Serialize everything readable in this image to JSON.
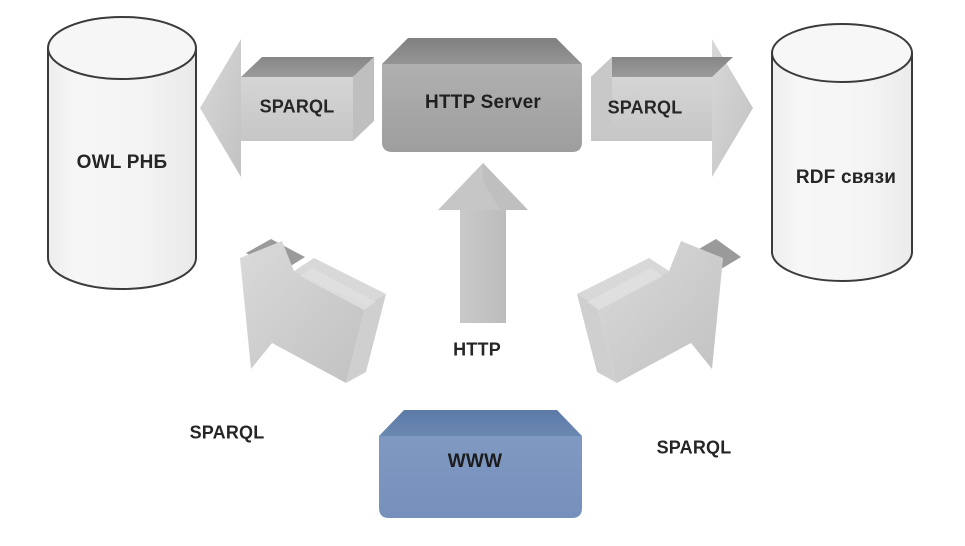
{
  "diagram": {
    "title": "SPARQL / HTTP architecture diagram",
    "background_color": "#ffffff",
    "nodes": [
      {
        "id": "owl-rnb",
        "shape": "cylinder",
        "label": "OWL РНБ",
        "fill_color": "#f2f2f2",
        "stroke_color": "#3b3b3b"
      },
      {
        "id": "http-server",
        "shape": "3d-box",
        "label": "HTTP Server",
        "fill_color": "#a8a8a8",
        "top_color": "#8e8e8e"
      },
      {
        "id": "rdf-svyazi",
        "shape": "cylinder",
        "label": "RDF связи",
        "fill_color": "#f4f4f4",
        "stroke_color": "#3b3b3b"
      },
      {
        "id": "www",
        "shape": "3d-box",
        "label": "WWW",
        "fill_color": "#7b99c2",
        "top_color": "#5f7ea8"
      }
    ],
    "arrows": [
      {
        "id": "server-to-owl",
        "label": "SPARQL",
        "direction": "left",
        "from": "http-server",
        "to": "owl-rnb",
        "fill_color": "#cdcdcd",
        "top_color": "#8d8d8d"
      },
      {
        "id": "server-to-rdf",
        "label": "SPARQL",
        "direction": "right",
        "from": "http-server",
        "to": "rdf-svyazi",
        "fill_color": "#cdcdcd",
        "top_color": "#8d8d8d"
      },
      {
        "id": "www-to-server",
        "label": "HTTP",
        "direction": "up",
        "from": "www",
        "to": "http-server",
        "fill_color": "#c4c4c4",
        "top_color": "#b6b6b6"
      },
      {
        "id": "www-to-owl",
        "label": "SPARQL",
        "direction": "up-left",
        "from": "www",
        "to": "owl-rnb",
        "fill_color": "#cfcfcf",
        "top_color": "#9b9b9b"
      },
      {
        "id": "www-to-rdf",
        "label": "SPARQL",
        "direction": "up-right",
        "from": "www",
        "to": "rdf-svyazi",
        "fill_color": "#cfcfcf",
        "top_color": "#9b9b9b"
      }
    ]
  }
}
